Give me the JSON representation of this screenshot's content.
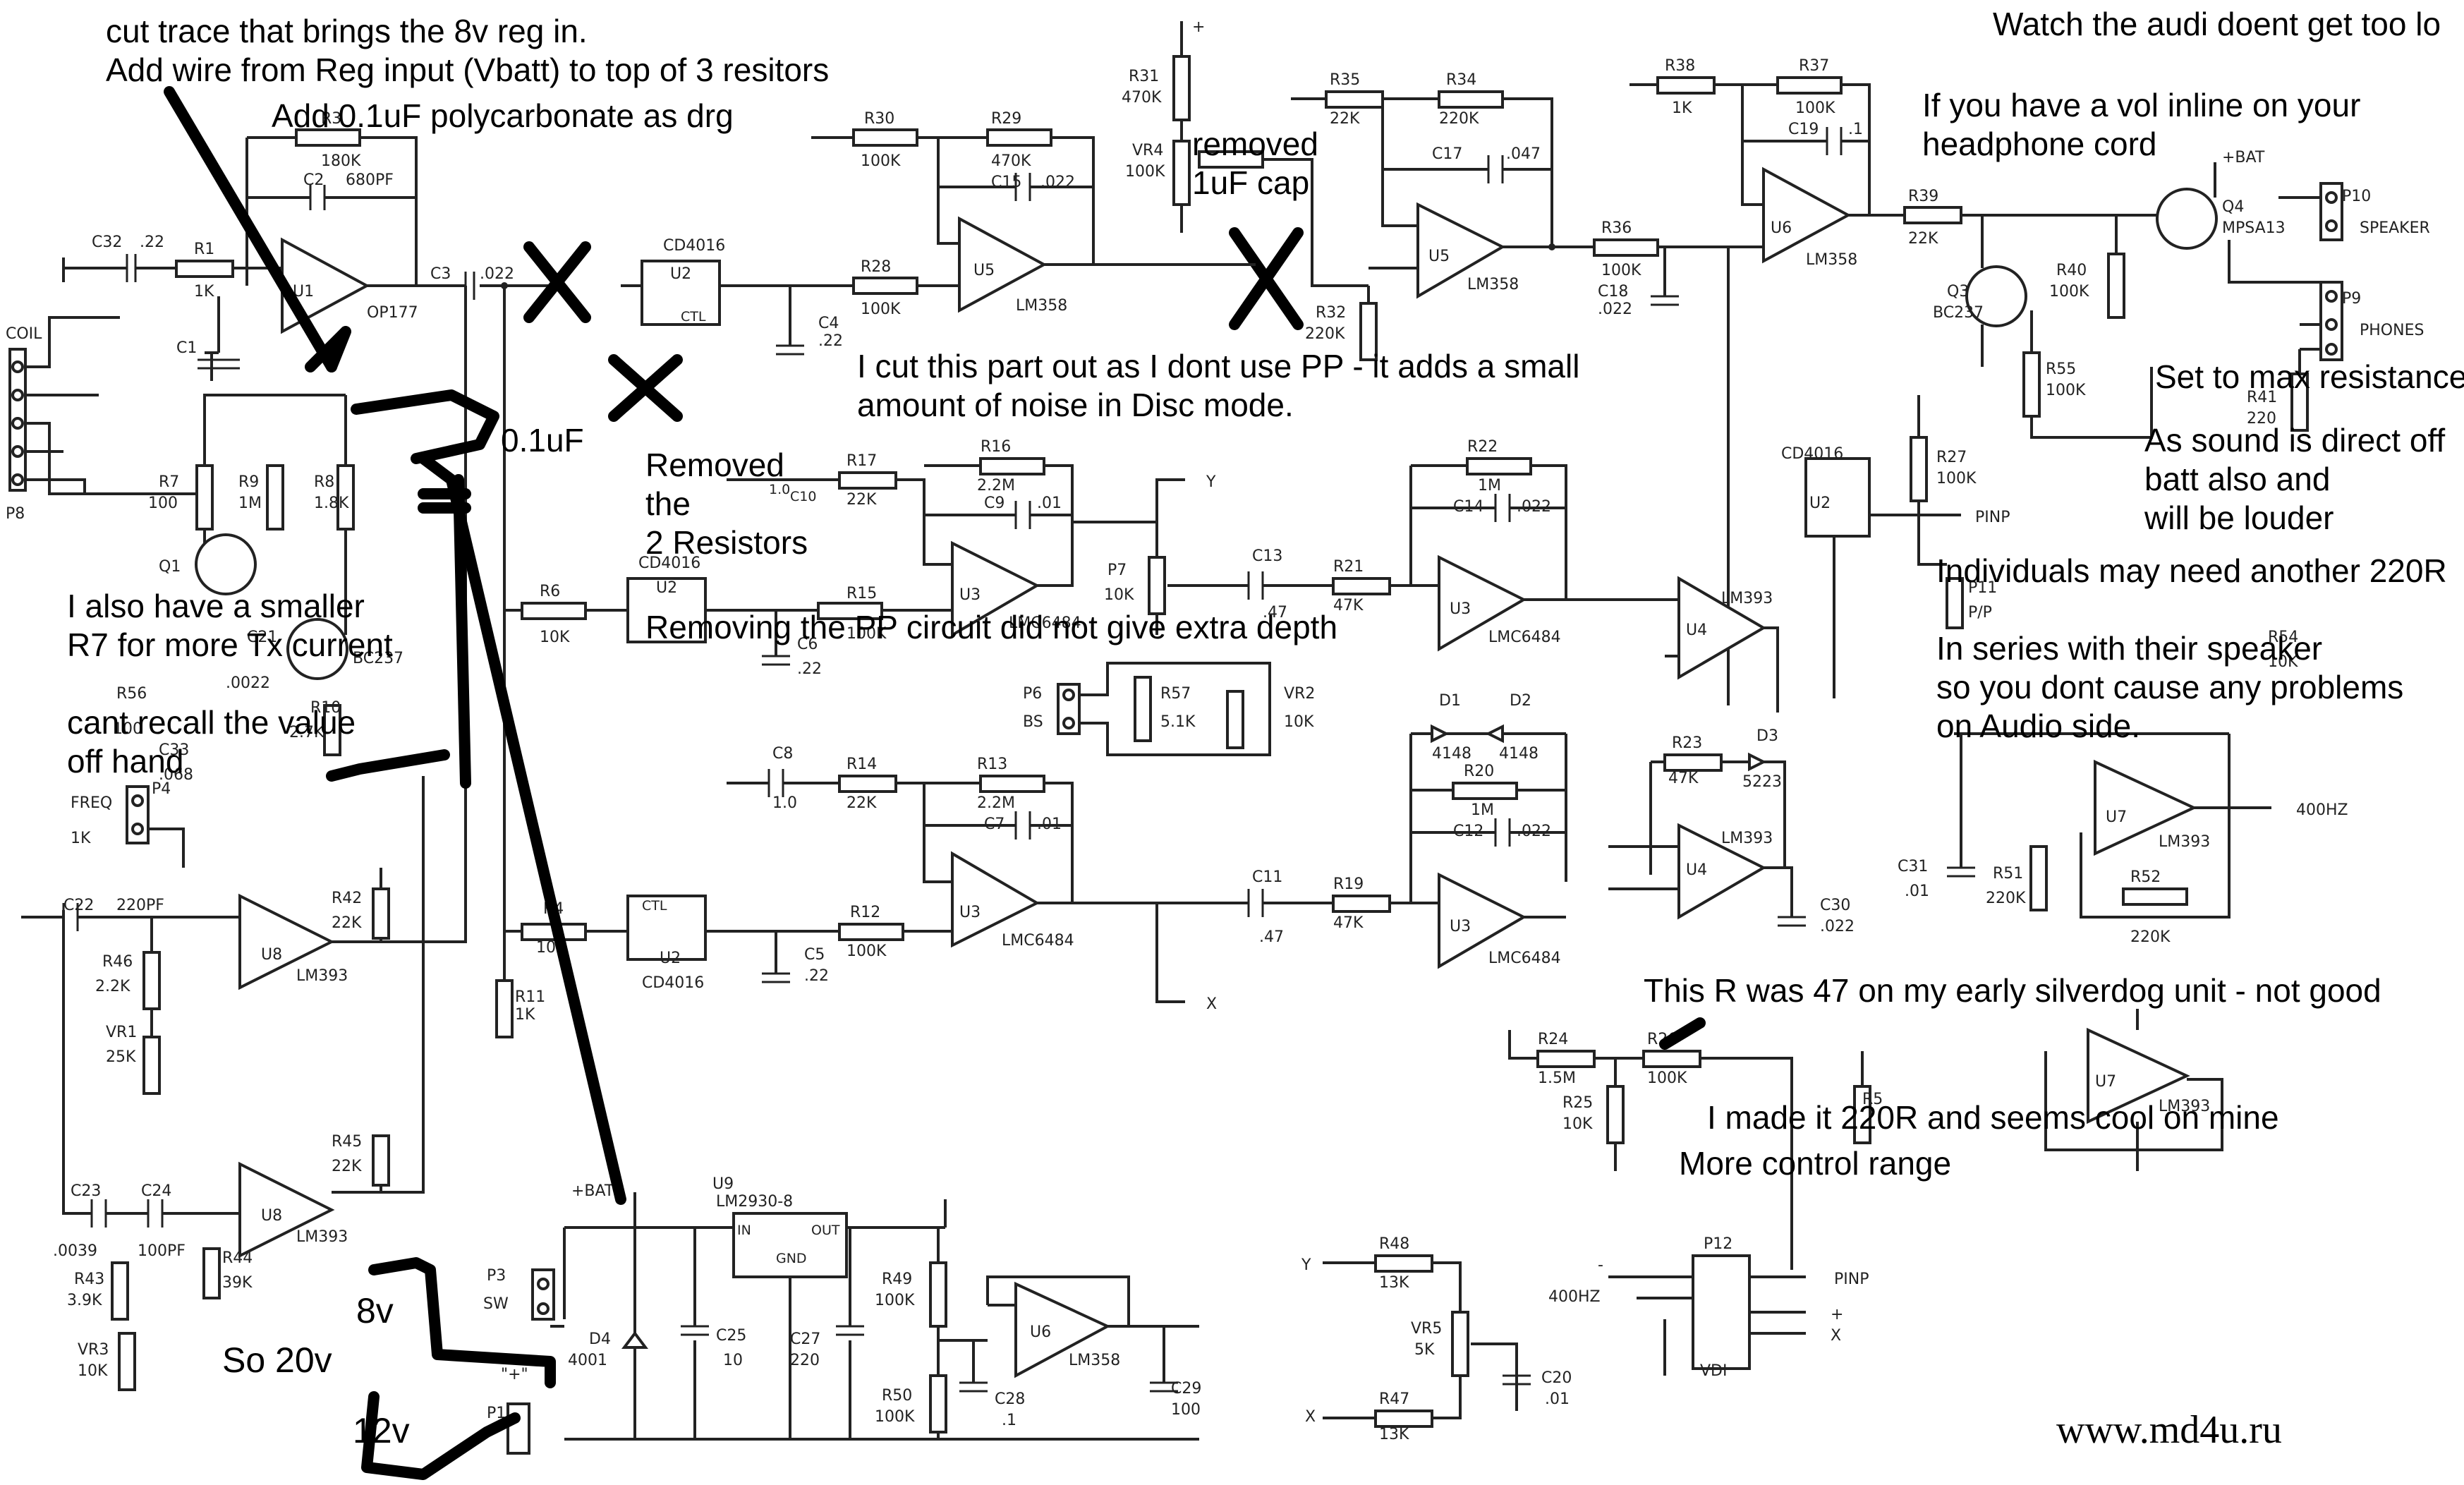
{
  "notes": {
    "cut_trace": "cut trace that brings the 8v reg in.",
    "add_wire": "Add wire from Reg input (Vbatt) to top of 3 resitors",
    "add_cap": "Add 0.1uF polycarbonate as drg",
    "cap_value": "0.1uF",
    "removed_cap": "removed",
    "removed_cap_2": "1uF cap",
    "pp_cut": "I cut this part out as I dont use PP - it adds a small",
    "pp_cut_2": "amount of noise in Disc mode.",
    "removed_res_1": "Removed",
    "removed_res_2": "the",
    "removed_res_3": "2 Resistors",
    "pp_depth": "Removing the PP circuit did not give extra depth",
    "r7_1": "I also have a smaller",
    "r7_2": "R7 for more Tx current",
    "recall_1": "cant recall the value",
    "recall_2": "off hand",
    "watch": "Watch the audi doent get too lo",
    "vol_1": "If you have a vol inline on your",
    "vol_2": "headphone cord",
    "max_res": "Set to max resistance",
    "direct_1": "As sound is direct off",
    "direct_2": "batt also and",
    "direct_3": "will be louder",
    "individ": "Individuals may need another 220R",
    "series_1": "In  series with their speaker",
    "series_2": "so you dont cause any problems",
    "series_3": "on Audio side.",
    "r47": "This R was 47 on my early silverdog unit - not good",
    "r220_1": "I made it 220R and seems cool on mine",
    "r220_2": "More control range",
    "v8": "8v",
    "v20": "So 20v",
    "v12": "12v",
    "url": "www.md4u.ru"
  },
  "parts": {
    "coil": "COIL",
    "p8": "P8",
    "c32": "C32",
    "c32v": ".22",
    "r1": "R1",
    "r1v": "1K",
    "c1": "C1",
    "u1": "U1",
    "op177": "OP177",
    "r3": "R3",
    "r3v": "180K",
    "c2": "C2",
    "c2v": "680PF",
    "c3": "C3",
    "c3v": ".022",
    "u2": "U2",
    "cd4016": "CD4016",
    "ctl": "CTL",
    "c4": "C4",
    "c4v": ".22",
    "r30": "R30",
    "r30v": "100K",
    "r29": "R29",
    "r29v": "470K",
    "c15": "C15",
    "c15v": ".022",
    "r28": "R28",
    "r28v": "100K",
    "u5": "U5",
    "lm358": "LM358",
    "r31": "R31",
    "r31v": "470K",
    "vr4": "VR4",
    "vr4v": "100K",
    "r35": "R35",
    "r35v": "22K",
    "r34": "R34",
    "r34v": "220K",
    "c17": "C17",
    "c17v": ".047",
    "r32": "R32",
    "r32v": "220K",
    "r38": "R38",
    "r38v": "1K",
    "r37": "R37",
    "r37v": "100K",
    "c19": "C19",
    "c19v": ".1",
    "r36": "R36",
    "r36v": "100K",
    "c18": "C18",
    "c18v": ".022",
    "u6": "U6",
    "r39": "R39",
    "r39v": "22K",
    "r40": "R40",
    "r40v": "100K",
    "q4": "Q4",
    "mpsa13": "MPSA13",
    "q3": "Q3",
    "bc237": "BC237",
    "r55": "R55",
    "r55v": "100K",
    "p10": "P10",
    "speaker": "SPEAKER",
    "p9": "P9",
    "phones": "PHONES",
    "bat": "+BAT",
    "r41": "R41",
    "r41v": "220",
    "r7": "R7",
    "r7v": "100",
    "r9": "R9",
    "r9v": "1M",
    "r8": "R8",
    "r8v": "1.8K",
    "q1": "Q1",
    "r6": "R6",
    "r6v": "10K",
    "r17": "R17",
    "r17v": "22K",
    "c10": "C10",
    "c10v": "1.0",
    "r16": "R16",
    "r16v": "2.2M",
    "c9": "C9",
    "c9v": ".01",
    "u3": "U3",
    "lmc6484": "LMC6484",
    "r15": "R15",
    "r15v": "100K",
    "c6": "C6",
    "c6v": ".22",
    "p7": "P7",
    "p7v": "10K",
    "c13": "C13",
    "c13v": ".47",
    "r21": "R21",
    "r21v": "47K",
    "r22": "R22",
    "r22v": "1M",
    "c14": "C14",
    "c14v": ".022",
    "u4": "U4",
    "lm393": "LM393",
    "u2b": "U2",
    "r27": "R27",
    "r27v": "100K",
    "p11": "P11",
    "pp": "P/P",
    "pinp": "PINP",
    "r54": "R54",
    "r54v": "10K",
    "c21": "C21",
    "c21v": ".0022",
    "r56": "R56",
    "r56v": "100",
    "r10": "R10",
    "r10v": "2.7K",
    "c33": "C33",
    "c33v": ".068",
    "p4": "P4",
    "freq": "FREQ",
    "freqv": "1K",
    "p6": "P6",
    "bs": "BS",
    "r57": "R57",
    "r57v": "5.1K",
    "vr2": "VR2",
    "vr2v": "10K",
    "d1": "D1",
    "d1v": "4148",
    "d2": "D2",
    "d2v": "4148",
    "r20": "R20",
    "r20v": "1M",
    "c12": "C12",
    "c12v": ".022",
    "r23": "R23",
    "r23v": "47K",
    "d3": "D3",
    "d3v": "5223",
    "c8": "C8",
    "c8v": "1.0",
    "r14": "R14",
    "r14v": "22K",
    "r13": "R13",
    "r13v": "2.2M",
    "c7": "C7",
    "c7v": ".01",
    "c31": "C31",
    "c31v": ".01",
    "r51": "R51",
    "r51v": "220K",
    "u7": "U7",
    "r52": "R52",
    "r52v": "220K",
    "hz400": "400HZ",
    "c22": "C22",
    "c22v": "220PF",
    "u8": "U8",
    "r42": "R42",
    "r42v": "22K",
    "r46": "R46",
    "r46v": "2.2K",
    "vr1": "VR1",
    "vr1v": "25K",
    "r4": "R4",
    "r4v": "10K",
    "r12": "R12",
    "r12v": "100K",
    "c5": "C5",
    "c5v": ".22",
    "c11": "C11",
    "c11v": ".47",
    "r19": "R19",
    "r19v": "47K",
    "c30": "C30",
    "c30v": ".022",
    "r11": "R11",
    "r11v": "1K",
    "r24": "R24",
    "r24v": "1.5M",
    "r26": "R26",
    "r26v": "100K",
    "r25": "R25",
    "r25v": "10K",
    "r5": "R5",
    "r45": "R45",
    "r45v": "22K",
    "c23": "C23",
    "c23v": ".0039",
    "c24": "C24",
    "c24v": "100PF",
    "r43": "R43",
    "r43v": "3.9K",
    "r44": "R44",
    "r44v": "39K",
    "vr3": "VR3",
    "vr3v": "10K",
    "u9": "U9",
    "lm2930": "LM2930-8",
    "in": "IN",
    "out": "OUT",
    "gnd": "GND",
    "bat2": "+BAT",
    "p3": "P3",
    "sw": "SW",
    "d4": "D4",
    "d4v": "4001",
    "c25": "C25",
    "c25v": "10",
    "c27": "C27",
    "c27v": "220",
    "r49": "R49",
    "r49v": "100K",
    "r50": "R50",
    "r50v": "100K",
    "c28": "C28",
    "c28v": ".1",
    "c29": "C29",
    "c29v": "100",
    "p1": "P1",
    "plus": "\"+\"",
    "r48": "R48",
    "r48v": "13K",
    "vr5": "VR5",
    "vr5v": "5K",
    "r47": "R47",
    "r47v": "13K",
    "c20": "C20",
    "c20v": ".01",
    "p12": "P12",
    "vdi": "VDI",
    "y": "Y",
    "x": "X",
    "plus_sign": "+",
    "minus_sign": "-"
  }
}
